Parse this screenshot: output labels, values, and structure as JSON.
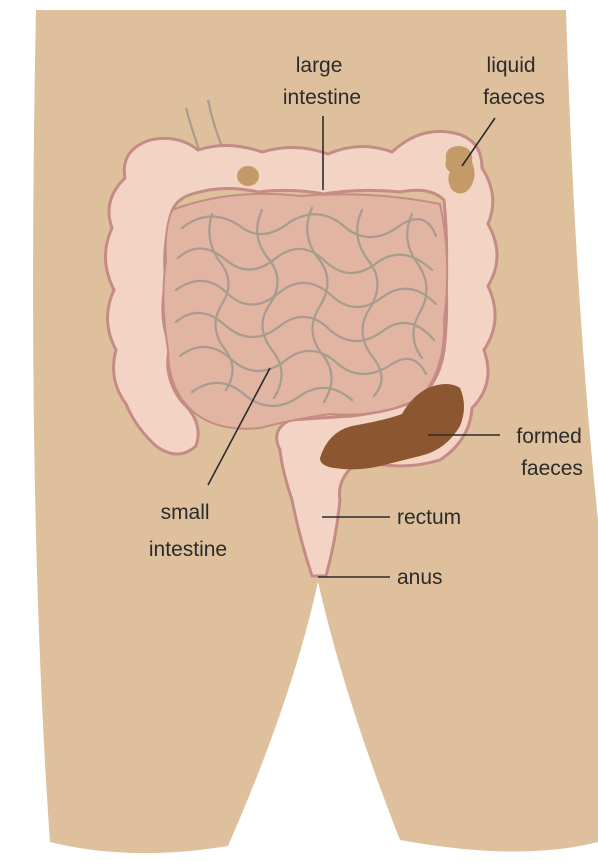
{
  "labels": {
    "large_intestine": [
      "large",
      "intestine"
    ],
    "liquid_faeces": [
      "liquid",
      "faeces"
    ],
    "formed_faeces": [
      "formed",
      "faeces"
    ],
    "small_intestine": [
      "small",
      "intestine"
    ],
    "rectum": "rectum",
    "anus": "anus"
  },
  "colors": {
    "skin": "#dfc09c",
    "colon_fill": "#f2d3c4",
    "colon_outline": "#c48c85",
    "small_intestine_fill": "#e2b4a2",
    "small_intestine_lines": "#a89c90",
    "formed_faeces": "#8c5630",
    "liquid_faeces": "#c49a68",
    "label_text": "#2b2b2b"
  }
}
